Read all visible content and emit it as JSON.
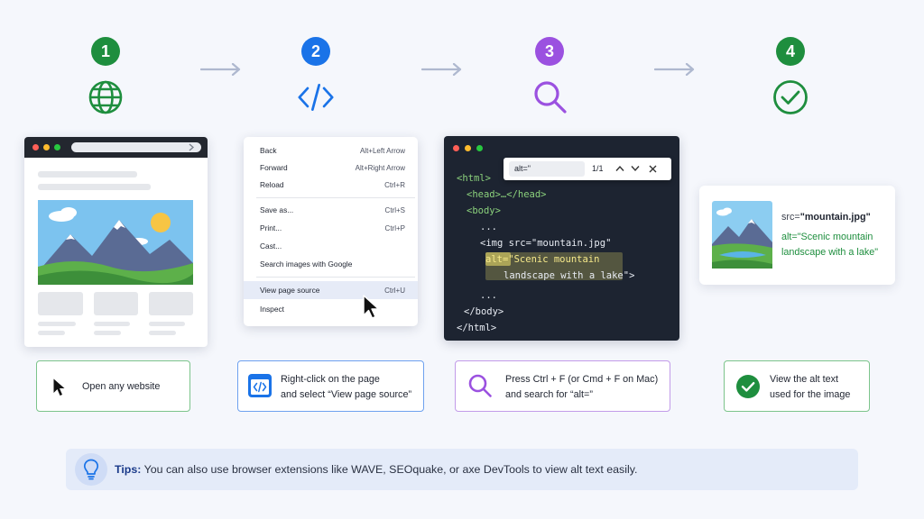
{
  "colors": {
    "step1": "#1e8e3e",
    "step2": "#1a73e8",
    "step3": "#9b51e0",
    "step4": "#1e8e3e",
    "highlight": "#f2e66b"
  },
  "steps": [
    {
      "number": "1",
      "icon": "globe-icon",
      "caption": "Open any website",
      "caption_icon": "cursor-icon"
    },
    {
      "number": "2",
      "icon": "code-icon",
      "caption_line1": "Right-click on the page",
      "caption_line2": "and select “View page source”",
      "caption_icon": "code-window-icon"
    },
    {
      "number": "3",
      "icon": "search-icon",
      "caption_line1": "Press Ctrl + F (or Cmd + F on Mac)",
      "caption_line2": "and search for “alt=”",
      "caption_icon": "search-icon"
    },
    {
      "number": "4",
      "icon": "check-circle-icon",
      "caption_line1": "View the alt text",
      "caption_line2": "used for the image",
      "caption_icon": "check-circle-icon"
    }
  ],
  "context_menu": {
    "items": [
      {
        "label": "Back",
        "shortcut": "Alt+Left Arrow"
      },
      {
        "label": "Forward",
        "shortcut": "Alt+Right Arrow"
      },
      {
        "label": "Reload",
        "shortcut": "Ctrl+R"
      },
      {
        "label": "Save as...",
        "shortcut": "Ctrl+S"
      },
      {
        "label": "Print...",
        "shortcut": "Ctrl+P"
      },
      {
        "label": "Cast...",
        "shortcut": ""
      },
      {
        "label": "Search images with Google",
        "shortcut": ""
      },
      {
        "label": "View page source",
        "shortcut": "Ctrl+U"
      },
      {
        "label": "Inspect",
        "shortcut": ""
      }
    ]
  },
  "source_view": {
    "find_query": "alt=\"",
    "find_count": "1/1",
    "lines": [
      "<html>",
      "<head>…</head>",
      "<body>",
      "...",
      "<img src=\"mountain.jpg\"",
      "alt=\"Scenic mountain",
      "landscape with a lake\">",
      "...",
      "</body>",
      "</html>"
    ]
  },
  "result": {
    "src_key": "src=",
    "src_value": "\"mountain.jpg\"",
    "alt_line1": "alt=\"Scenic mountain",
    "alt_line2": "landscape with a lake\""
  },
  "tip": {
    "label": "Tips:",
    "text": "You can also use browser extensions like WAVE, SEOquake, or axe DevTools to view alt text easily."
  }
}
